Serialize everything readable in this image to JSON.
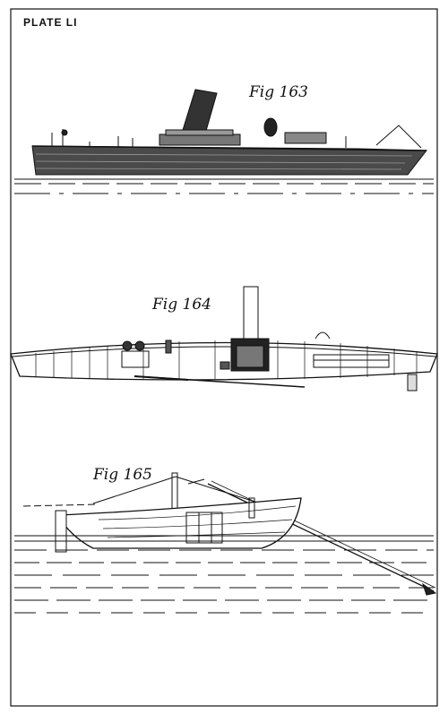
{
  "plate": {
    "title": "PLATE LI"
  },
  "figures": [
    {
      "label": "Fig 163",
      "subject": "torpedo-boat-exterior"
    },
    {
      "label": "Fig 164",
      "subject": "torpedo-boat-section"
    },
    {
      "label": "Fig 165",
      "subject": "spar-torpedo-launch"
    }
  ],
  "colors": {
    "ink": "#111111",
    "paper": "#ffffff"
  }
}
